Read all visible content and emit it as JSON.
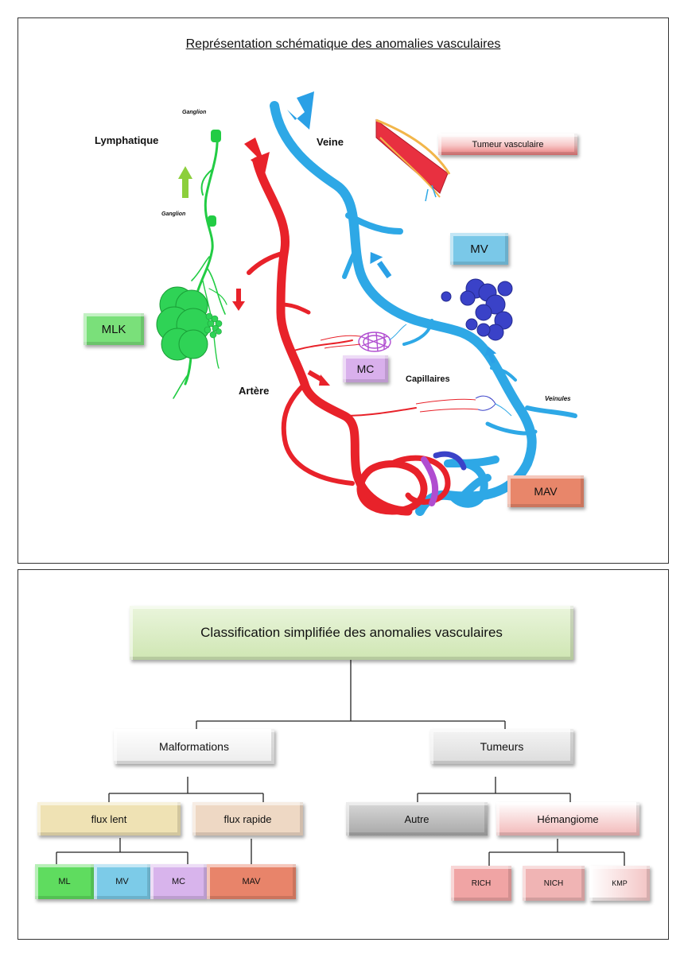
{
  "top_panel": {
    "title": "Représentation schématique des anomalies vasculaires",
    "labels": {
      "lymphatique": "Lymphatique",
      "ganglion_top": "Ganglion",
      "ganglion_mid": "Ganglion",
      "veine": "Veine",
      "artere": "Artère",
      "capillaires": "Capillaires",
      "veinules": "Veinules"
    },
    "boxes": {
      "tumeur": "Tumeur vasculaire",
      "mv": "MV",
      "mlk": "MLK",
      "mc": "MC",
      "mav": "MAV"
    },
    "colors": {
      "lymph_green": "#22cc44",
      "artery_red": "#e8222a",
      "vein_blue": "#2ea8e6",
      "capillary_purple": "#b04dd0",
      "venule_navy": "#2a3ab8",
      "arrow_green": "#8ccf3c",
      "arrow_blue": "#2aa0e6"
    }
  },
  "bottom_panel": {
    "root": "Classification simplifiée des anomalies vasculaires",
    "malformations": "Malformations",
    "tumeurs": "Tumeurs",
    "flux_lent": "flux lent",
    "flux_rapide": "flux rapide",
    "autre": "Autre",
    "hemangiome": "Hémangiome",
    "ml": "ML",
    "mv": "MV",
    "mc": "MC",
    "mav": "MAV",
    "rich": "RICH",
    "nich": "NICH",
    "kmp": "KMP"
  }
}
